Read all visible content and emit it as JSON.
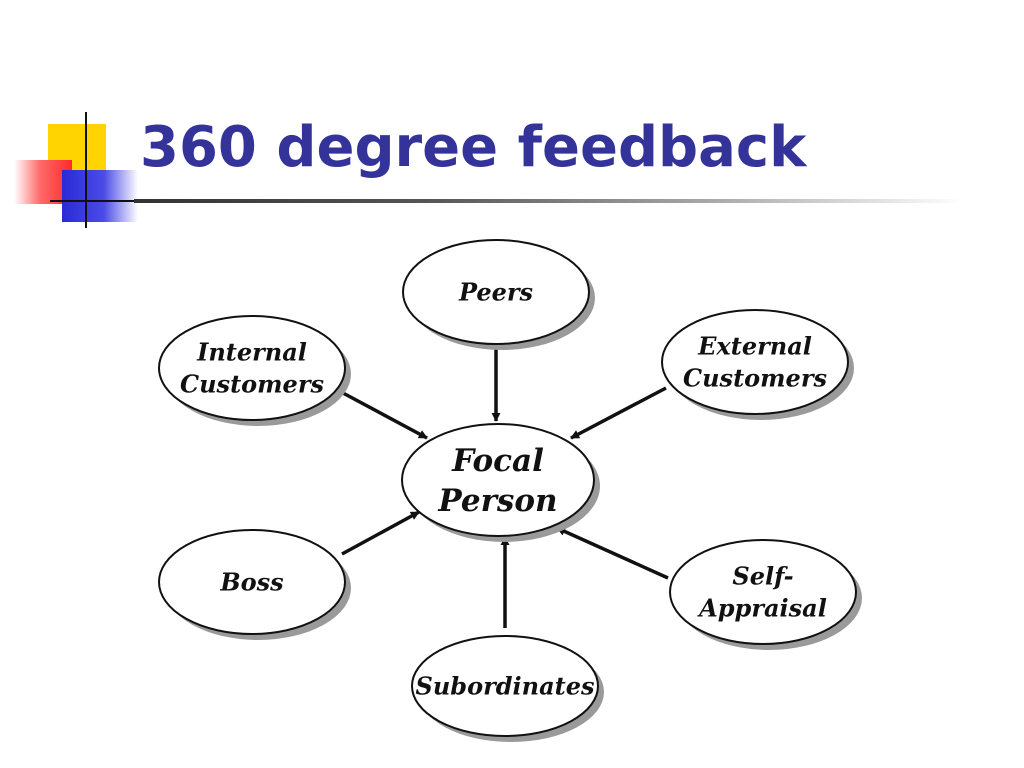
{
  "slide": {
    "title": "360 degree feedback"
  },
  "diagram": {
    "center": {
      "id": "focal",
      "lines": [
        "Focal",
        "Person"
      ]
    },
    "nodes": [
      {
        "id": "peers",
        "lines": [
          "Peers"
        ]
      },
      {
        "id": "internal-customers",
        "lines": [
          "Internal",
          "Customers"
        ]
      },
      {
        "id": "external-customers",
        "lines": [
          "External",
          "Customers"
        ]
      },
      {
        "id": "boss",
        "lines": [
          "Boss"
        ]
      },
      {
        "id": "self-appraisal",
        "lines": [
          "Self-",
          "Appraisal"
        ]
      },
      {
        "id": "subordinates",
        "lines": [
          "Subordinates"
        ]
      }
    ],
    "edges": [
      {
        "from": "peers",
        "to": "focal"
      },
      {
        "from": "internal-customers",
        "to": "focal"
      },
      {
        "from": "external-customers",
        "to": "focal"
      },
      {
        "from": "boss",
        "to": "focal"
      },
      {
        "from": "self-appraisal",
        "to": "focal"
      },
      {
        "from": "subordinates",
        "to": "focal"
      }
    ]
  }
}
